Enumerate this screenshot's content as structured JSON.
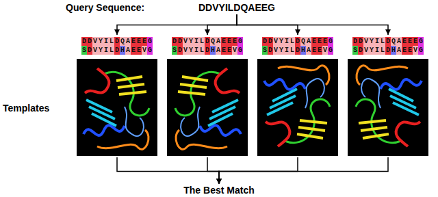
{
  "diagram": {
    "nodes": [
      {
        "text": [
          "DDVYILDQAEEG"
        ]
      },
      {
        "text": [
          "DDVYILDQAEEEG",
          "SDVYILDHAEEVG"
        ]
      },
      {
        "text": [
          "DDVYILDQAEEEG",
          "SDVYILDHAEEVG"
        ]
      },
      {
        "text": [
          "DDVYILDQAEEEG",
          "SDVYILDHAEEVG"
        ]
      },
      {
        "text": [
          "DDVYILDQAEEEG",
          "SDVYILDHAEEVG"
        ]
      },
      {
        "text": [
          "The Best Match"
        ]
      }
    ],
    "edges": [
      {
        "from": 0,
        "to": 1,
        "arrow": "to"
      },
      {
        "from": 0,
        "to": 2,
        "arrow": "to"
      },
      {
        "from": 0,
        "to": 3,
        "arrow": "to"
      },
      {
        "from": 0,
        "to": 4,
        "arrow": "to"
      },
      {
        "from": 1,
        "to": 5,
        "arrow": "to"
      },
      {
        "from": 2,
        "to": 5,
        "arrow": "to"
      },
      {
        "from": 3,
        "to": 5,
        "arrow": "to"
      },
      {
        "from": 4,
        "to": 5,
        "arrow": "to"
      }
    ],
    "labels": [
      "Query Sequence:",
      "Templates"
    ]
  }
}
